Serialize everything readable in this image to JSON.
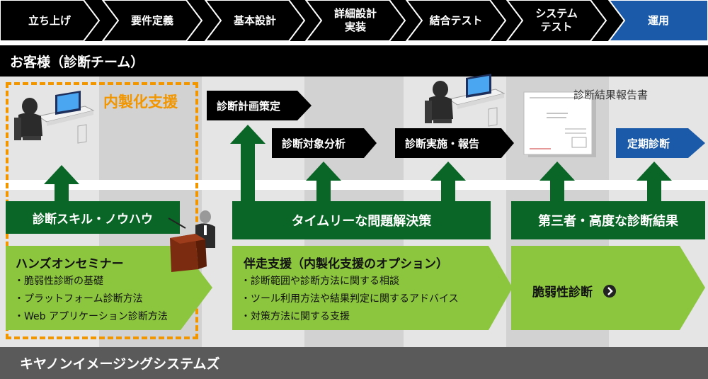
{
  "phases": [
    {
      "label": "立ち上げ"
    },
    {
      "label": "要件定義"
    },
    {
      "label": "基本設計"
    },
    {
      "label": "詳細設計\n実装"
    },
    {
      "label": "結合テスト"
    },
    {
      "label": "システム\nテスト"
    },
    {
      "label": "運用"
    }
  ],
  "colors": {
    "phase_bg": "#000000",
    "phase_active": "#1a5aa8",
    "green_dark": "#0a6627",
    "green_light": "#8cc63f",
    "orange": "#f29600",
    "gray_bar": "#5a5a5a"
  },
  "client_label": "お客様（診断チーム）",
  "vendor_label": "キヤノンイメージングシステムズ",
  "internal_support_label": "内製化支援",
  "steps": {
    "plan": "診断計画策定",
    "scope": "診断対象分析",
    "execute": "診断実施・報告",
    "periodic": "定期診断"
  },
  "report_label": "診断結果報告書",
  "benefits": {
    "skills": "診断スキル・ノウハウ",
    "timely": "タイムリーな問題解決策",
    "third_party": "第三者・高度な診断結果"
  },
  "offers": {
    "seminar": {
      "title": "ハンズオンセミナー",
      "items": [
        "・脆弱性診断の基礎",
        "・プラットフォーム診断方法",
        "・Web アプリケーション診断方法"
      ]
    },
    "accompany": {
      "title": "伴走支援（内製化支援のオプション）",
      "items": [
        "・診断範囲や診断方法に関する相談",
        "・ツール利用方法や結果判定に関するアドバイス",
        "・対策方法に関する支援"
      ]
    },
    "vuln": {
      "title": "脆弱性診断",
      "icon": "chevron-right-circle-icon"
    }
  }
}
